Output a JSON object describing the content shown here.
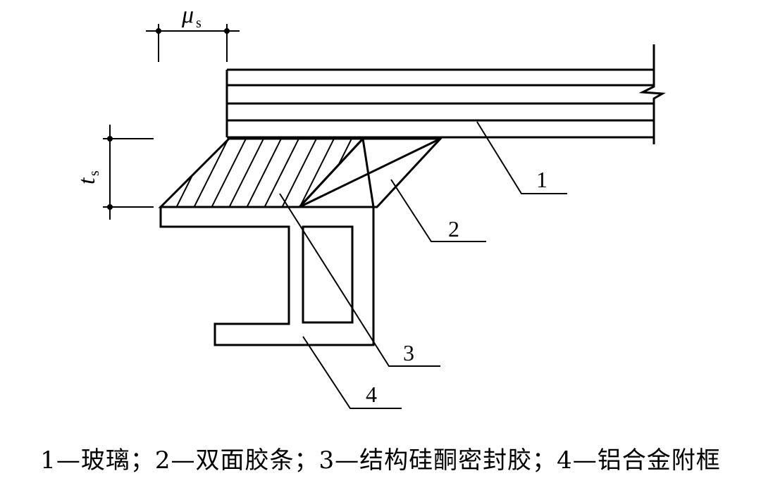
{
  "dimensions": {
    "width_symbol": "μ",
    "width_subscript": "s",
    "thickness_symbol": "t",
    "thickness_subscript": "s"
  },
  "callouts": {
    "c1": "1",
    "c2": "2",
    "c3": "3",
    "c4": "4"
  },
  "caption": "1—玻璃；2—双面胶条；3—结构硅酮密封胶；4—铝合金附框"
}
